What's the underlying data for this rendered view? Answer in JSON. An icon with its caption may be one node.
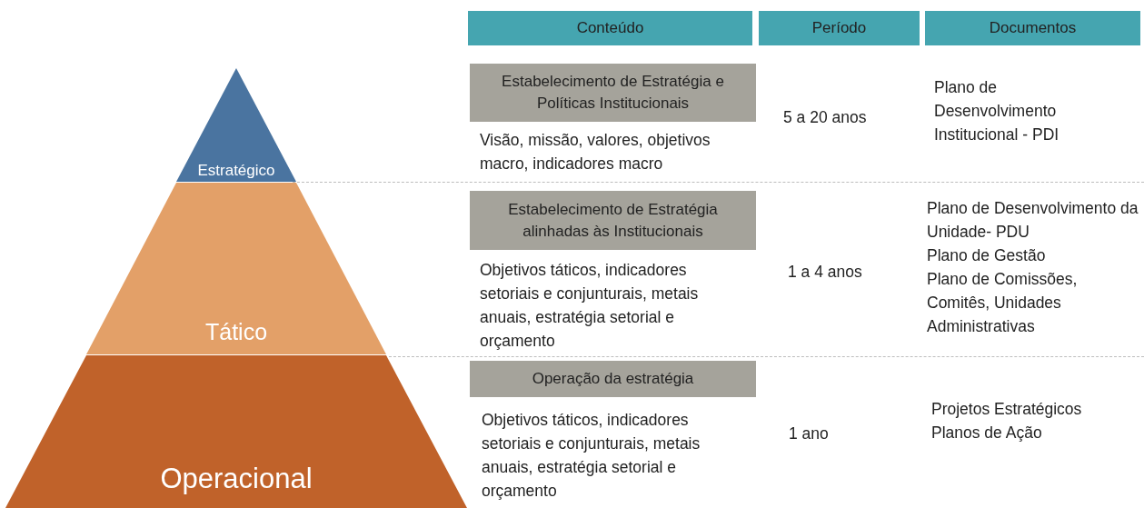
{
  "diagram": {
    "nodes": [
      {
        "text": [
          "Conteúdo"
        ]
      },
      {
        "text": [
          "Período"
        ]
      },
      {
        "text": [
          "Documentos"
        ]
      },
      {
        "text": [
          "Estratégico"
        ]
      },
      {
        "text": [
          "Tático"
        ]
      },
      {
        "text": [
          "Operacional"
        ]
      },
      {
        "text": [
          "Estabelecimento de Estratégia e Políticas Institucionais"
        ]
      },
      {
        "text": [
          "Estabelecimento de Estratégia alinhadas às Institucionais"
        ]
      },
      {
        "text": [
          "Operação da estratégia"
        ]
      }
    ],
    "labels": [
      "Visão, missão, valores, objetivos macro, indicadores macro",
      "5 a 20 anos",
      "Plano de Desenvolvimento Institucional - PDI",
      "Objetivos táticos, indicadores setoriais e conjunturais, metais anuais, estratégia setorial e orçamento",
      "1 a 4 anos",
      "Plano de Desenvolvimento da Unidade- PDU",
      "Plano de Gestão",
      "Plano de Comissões, Comitês, Unidades Administrativas",
      "Objetivos táticos, indicadores setoriais e conjunturais, metais anuais, estratégia setorial e orçamento",
      "1 ano",
      "Projetos Estratégicos",
      "Planos de Ação"
    ]
  }
}
